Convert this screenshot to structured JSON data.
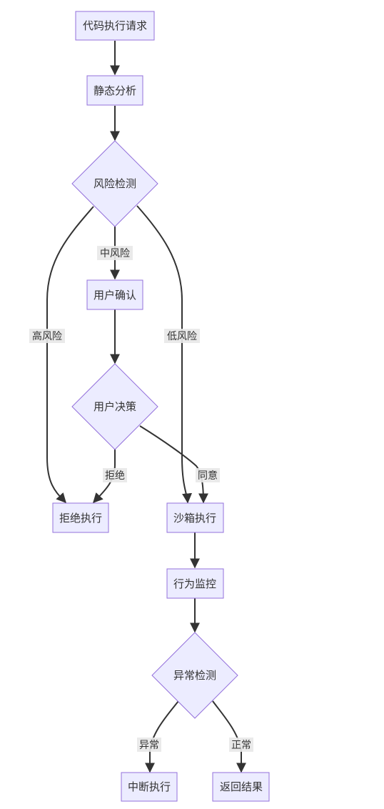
{
  "nodes": {
    "request": "代码执行请求",
    "static_analysis": "静态分析",
    "risk_detect": "风险检测",
    "user_confirm": "用户确认",
    "user_decision": "用户决策",
    "reject": "拒绝执行",
    "sandbox": "沙箱执行",
    "monitor": "行为监控",
    "anomaly_detect": "异常检测",
    "interrupt": "中断执行",
    "return_result": "返回结果"
  },
  "edges": {
    "medium_risk": "中风险",
    "high_risk": "高风险",
    "low_risk": "低风险",
    "refuse": "拒绝",
    "agree": "同意",
    "abnormal": "异常",
    "normal": "正常"
  },
  "colors": {
    "node_fill": "#ececff",
    "node_stroke": "#9370db",
    "edge": "#333333",
    "label_bg": "#e8e8e8"
  }
}
